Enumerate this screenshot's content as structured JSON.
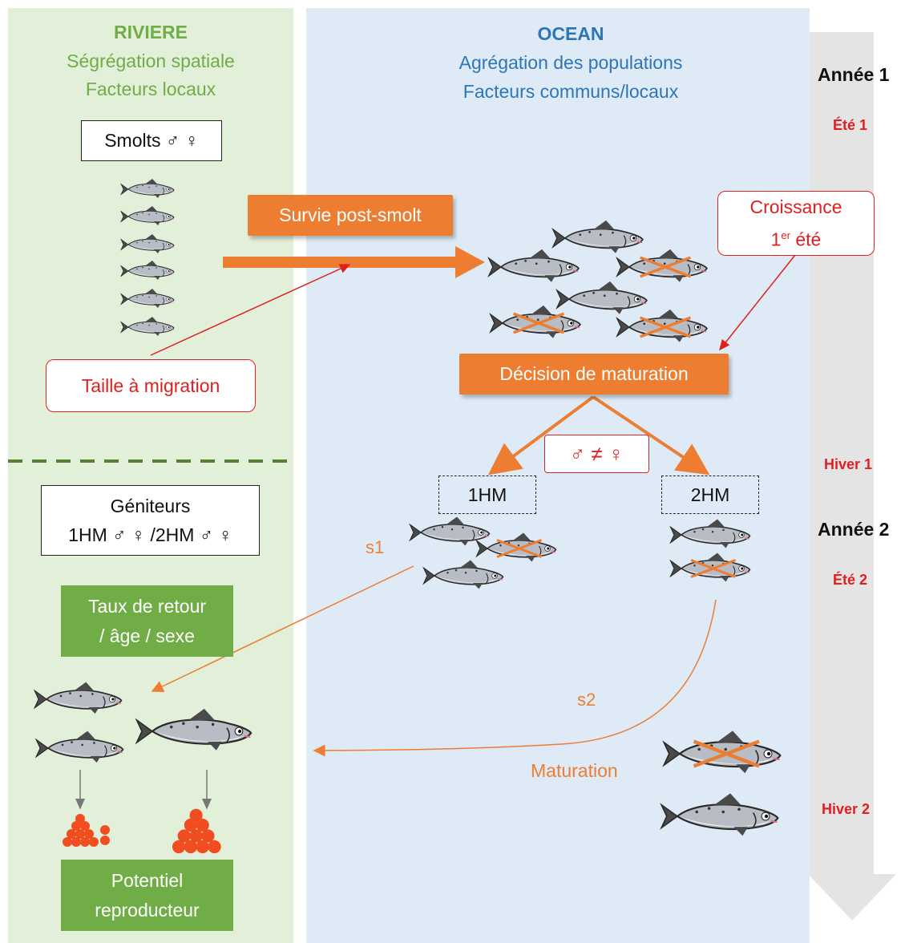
{
  "river": {
    "title": "RIVIERE",
    "subtitle_1": "Ségrégation spatiale",
    "subtitle_2": "Facteurs locaux",
    "smolts_label": "Smolts ♂ ♀",
    "size_label": "Taille à migration",
    "spawners_line_1": "Géniteurs",
    "spawners_line_2": "1HM ♂ ♀ /2HM ♂ ♀",
    "return_rate_line_1": "Taux de retour",
    "return_rate_line_2": "/ âge / sexe",
    "potential_line_1": "Potentiel",
    "potential_line_2": "reproducteur"
  },
  "ocean": {
    "title": "OCEAN",
    "subtitle_1": "Agrégation des populations",
    "subtitle_2": "Facteurs communs/locaux",
    "survival_label": "Survie post-smolt",
    "growth_line_1": "Croissance",
    "growth_ordinal": "1",
    "growth_ordinal_sup": "er",
    "growth_word": "été",
    "decision_label": "Décision de maturation",
    "sex_diff_label": "♂ ≠ ♀",
    "one_hm_label": "1HM",
    "two_hm_label": "2HM",
    "s1_label": "s1",
    "s2_label": "s2",
    "maturation_label": "Maturation"
  },
  "timeline": {
    "year_1": "Année 1",
    "summer_1": "Été 1",
    "winter_1": "Hiver 1",
    "year_2": "Année 2",
    "summer_2": "Été 2",
    "winter_2": "Hiver 2"
  },
  "colors": {
    "river_bg": "#e2efd9",
    "ocean_bg": "#deebf7",
    "orange": "#ed7d31",
    "red": "#e02020",
    "green": "#70ad47",
    "blue": "#2e75b6",
    "timeline_arrow": "#e4e4e4"
  }
}
